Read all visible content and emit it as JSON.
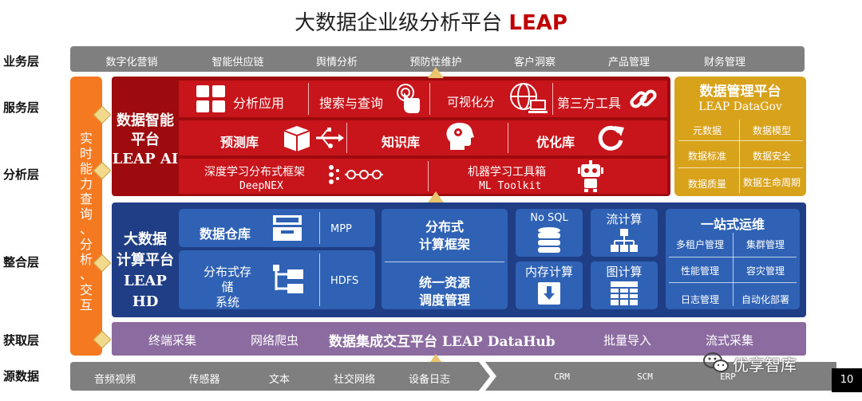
{
  "title": {
    "main": "大数据企业级分析平台",
    "accent": "LEAP"
  },
  "layers": {
    "business": "业务层",
    "service": "服务层",
    "analysis": "分析层",
    "integration": "整合层",
    "acquisition": "获取层",
    "source": "源数据"
  },
  "business_items": [
    "数字化营销",
    "智能供应链",
    "舆情分析",
    "预防性维护",
    "客户洞察",
    "产品管理",
    "财务管理"
  ],
  "realtime": {
    "chars": [
      "实",
      "时",
      "能",
      "力",
      "查",
      "询",
      "、",
      "分",
      "析",
      "、",
      "交",
      "互"
    ]
  },
  "ai_platform": {
    "name_line1": "数据智能",
    "name_line2": "平台",
    "name_line3": "LEAP AI",
    "row1": {
      "analysis_app": "分析应用",
      "search_query": "搜索与查询",
      "visual_analysis": "可视化分析",
      "third_party": "第三方工具"
    },
    "row2": {
      "predict_lib": "预测库",
      "knowledge_lib": "知识库",
      "optimize_lib": "优化库"
    },
    "row3": {
      "deep_learning": "深度学习分布式框架",
      "deepnex": "DeepNEX",
      "ml_toolbox": "机器学习工具箱",
      "ml_toolkit": "ML Toolkit"
    }
  },
  "datagov": {
    "title": "数据管理平台",
    "subtitle": "LEAP DataGov",
    "items": [
      "元数据",
      "数据模型",
      "数据标准",
      "数据安全",
      "数据质量",
      "数据生命周期"
    ]
  },
  "hd_platform": {
    "name_line1": "大数据",
    "name_line2": "计算平台",
    "name_line3": "LEAP HD",
    "warehouse": "数据仓库",
    "mpp": "MPP",
    "dist_storage_line1": "分布式存",
    "dist_storage_line2": "储",
    "dist_storage_line3": "系统",
    "hdfs": "HDFS",
    "dist_compute_line1": "分布式",
    "dist_compute_line2": "计算框架",
    "resource_line1": "统一资源",
    "resource_line2": "调度管理",
    "nosql": "No SQL",
    "stream": "流计算",
    "memory": "内存计算",
    "graph": "图计算",
    "ops": {
      "title": "一站式运维",
      "items": [
        "多租户管理",
        "集群管理",
        "性能管理",
        "容灾管理",
        "日志管理",
        "自动化部署"
      ]
    }
  },
  "datahub": {
    "terminal": "终端采集",
    "crawler": "网络爬虫",
    "name": "数据集成交互平台 LEAP DataHub",
    "batch": "批量导入",
    "stream": "流式采集"
  },
  "sources": [
    "音频视频",
    "传感器",
    "文本",
    "社交网络",
    "设备日志",
    "CRM",
    "SCM",
    "ERP"
  ],
  "watermark": "优享智库",
  "page_number": "10",
  "colors": {
    "accent": "#c00000",
    "orange": "#f47920",
    "red": "#c8141b",
    "gold": "#d9a21b",
    "blue": "#1f3e85",
    "purple": "#8c6ba0",
    "gray": "#7f7f7f"
  }
}
